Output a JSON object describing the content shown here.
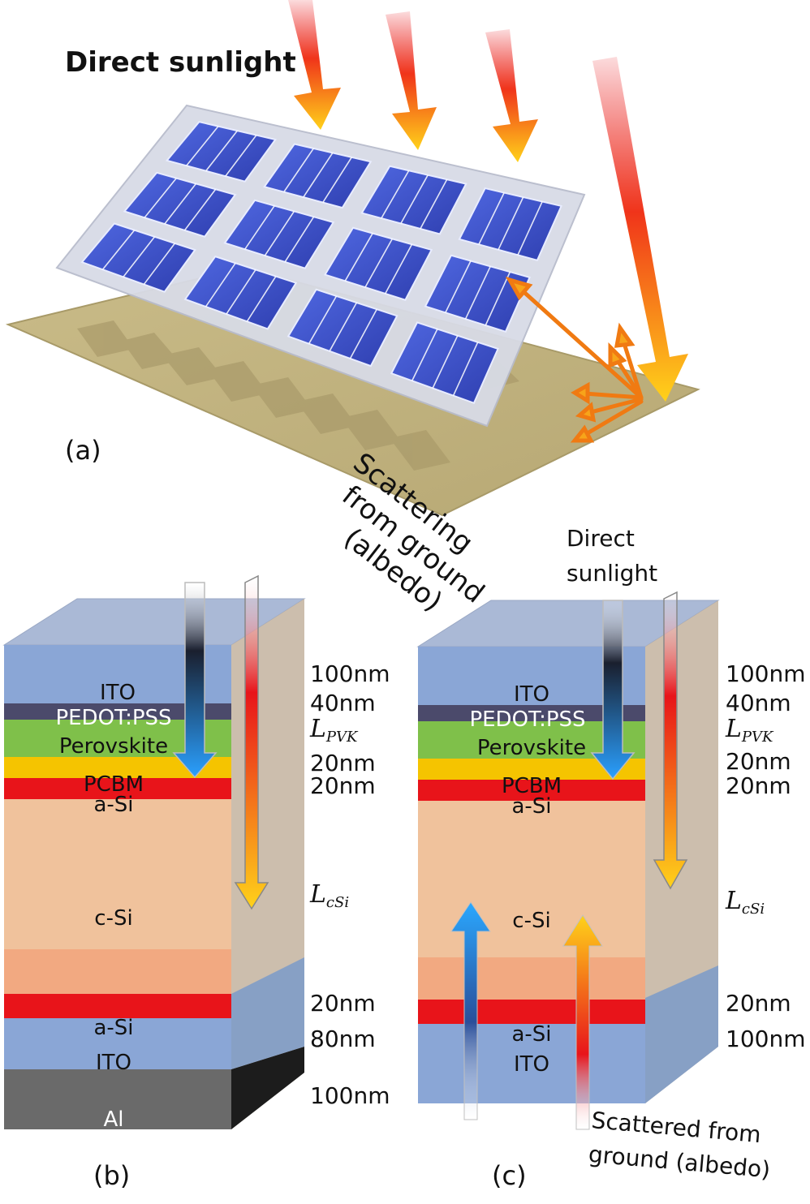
{
  "panel_a": {
    "panel_label": "(a)",
    "direct_sunlight": "Direct sunlight",
    "scatter_line1": "Scattering",
    "scatter_line2": "from ground",
    "scatter_line3": "(albedo)"
  },
  "panel_b": {
    "panel_label": "(b)",
    "layers": {
      "ito_top": "ITO",
      "pedot": "PEDOT:PSS",
      "perovskite": "Perovskite",
      "pcbm": "PCBM",
      "asi_top": "a-Si",
      "csi": "c-Si",
      "asi_bottom": "a-Si",
      "ito_bottom": "ITO",
      "al": "Al"
    },
    "dims": {
      "d1": "100nm",
      "d2": "40nm",
      "lpvk_main": "L",
      "lpvk_sub": "PVK",
      "d3": "20nm",
      "d4": "20nm",
      "lcsi_main": "L",
      "lcsi_sub": "cSi",
      "d5": "20nm",
      "d6": "80nm",
      "d7": "100nm"
    }
  },
  "panel_c": {
    "panel_label": "(c)",
    "direct_line1": "Direct",
    "direct_line2": "sunlight",
    "scattered_line1": "Scattered from",
    "scattered_line2": "ground (albedo)",
    "layers": {
      "ito_top": "ITO",
      "pedot": "PEDOT:PSS",
      "perovskite": "Perovskite",
      "pcbm": "PCBM",
      "asi_top": "a-Si",
      "csi": "c-Si",
      "asi_bottom": "a-Si",
      "ito_bottom": "ITO"
    },
    "dims": {
      "d1": "100nm",
      "d2": "40nm",
      "lpvk_main": "L",
      "lpvk_sub": "PVK",
      "d3": "20nm",
      "d4": "20nm",
      "lcsi_main": "L",
      "lcsi_sub": "cSi",
      "d5": "20nm",
      "d6": "100nm"
    }
  },
  "colors": {
    "ito": "#8aa6d6",
    "pedot": "#4b4a6b",
    "perovskite": "#7fc04a",
    "pcbm": "#f5c400",
    "asi": "#e8141a",
    "csi": "#f0c29c",
    "al": "#555555",
    "panel_blue": "#3b4fc4",
    "ground": "#cdbf8e"
  }
}
